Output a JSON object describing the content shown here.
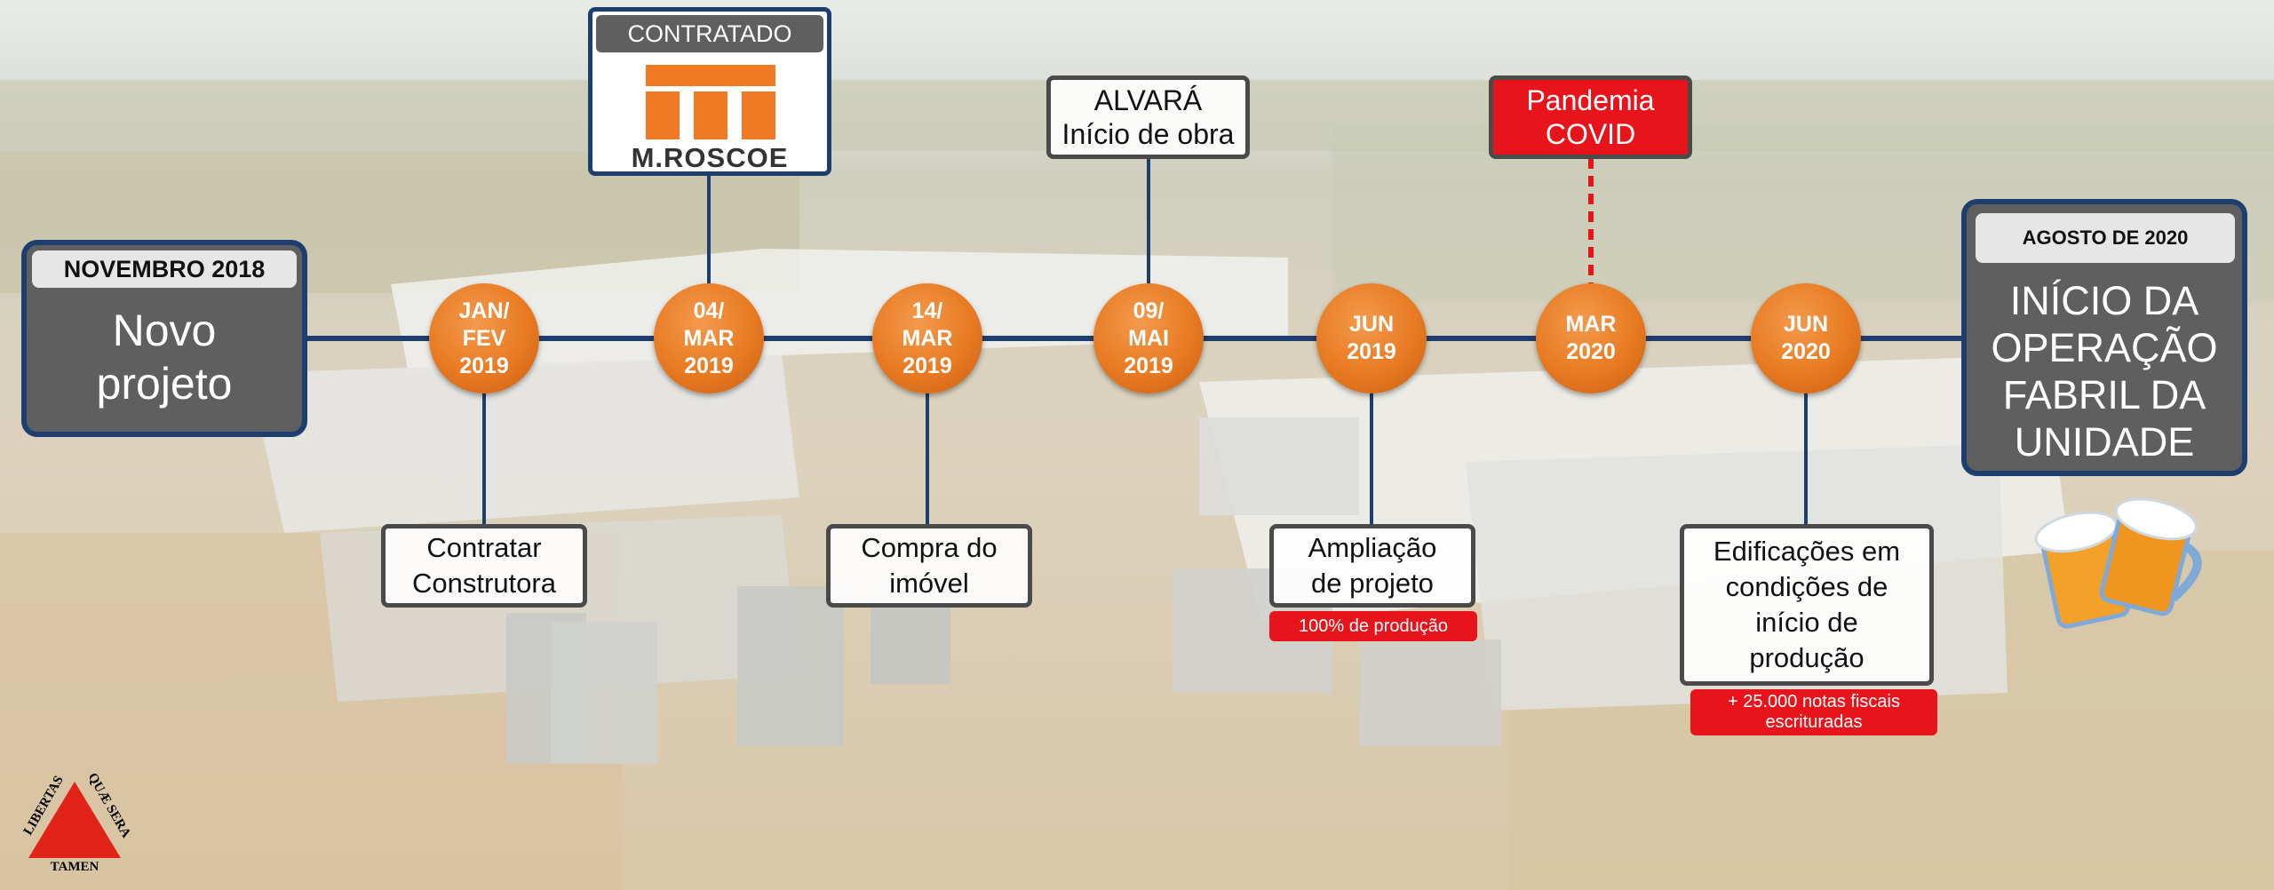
{
  "start_card": {
    "tag": "NOVEMBRO 2018",
    "title": "Novo\nprojeto"
  },
  "end_card": {
    "tag": "AGOSTO DE 2020",
    "title": "INÍCIO DA\nOPERAÇÃO\nFABRIL DA\nUNIDADE"
  },
  "contractor": {
    "header": "CONTRATADO",
    "logo_text": "M.ROSCOE"
  },
  "milestones": [
    {
      "date": "JAN/\nFEV\n2019",
      "label": "Contratar\nConstrutora"
    },
    {
      "date": "04/\nMAR\n2019"
    },
    {
      "date": "14/\nMAR\n2019",
      "label": "Compra do\nimóvel"
    },
    {
      "date": "09/\nMAI\n2019",
      "label": "ALVARÁ\nInício de obra"
    },
    {
      "date": "JUN\n2019",
      "label": "Ampliação\nde projeto",
      "note": "100% de produção"
    },
    {
      "date": "MAR\n2020",
      "label": "Pandemia\nCOVID"
    },
    {
      "date": "JUN\n2020",
      "label": "Edificações em\ncondições de\ninício de\nprodução",
      "note": "+ 25.000 notas fiscais\nescrituradas"
    }
  ],
  "emblem": {
    "left_text": "LIBERTAS",
    "right_text": "QUÆ SERA",
    "bottom_text": "TAMEN"
  },
  "colors": {
    "timeline": "#1e3f6e",
    "milestone": "#e87a22",
    "alert": "#e8141b",
    "card": "#5f5f5f"
  }
}
